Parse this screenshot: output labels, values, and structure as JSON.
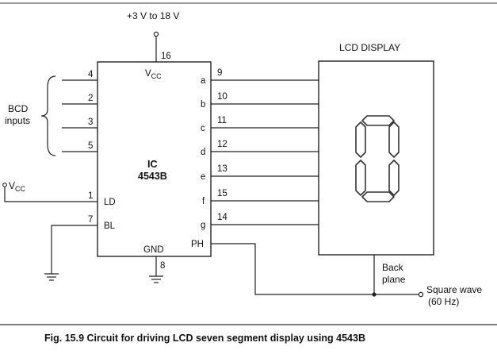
{
  "supply": {
    "label": "+3 V  to 18 V",
    "pin": "16"
  },
  "ic": {
    "name": "IC",
    "part": "4543B",
    "vcc_label": "V",
    "vcc_sub": "CC",
    "gnd_label": "GND",
    "gnd_pin": "8",
    "left_pins": [
      {
        "num": "4",
        "name": ""
      },
      {
        "num": "2",
        "name": ""
      },
      {
        "num": "3",
        "name": ""
      },
      {
        "num": "5",
        "name": ""
      },
      {
        "num": "1",
        "name": "LD"
      },
      {
        "num": "7",
        "name": "BL"
      }
    ],
    "right_pins": [
      {
        "num": "9",
        "name": "a"
      },
      {
        "num": "10",
        "name": "b"
      },
      {
        "num": "11",
        "name": "c"
      },
      {
        "num": "12",
        "name": "d"
      },
      {
        "num": "13",
        "name": "e"
      },
      {
        "num": "15",
        "name": "f"
      },
      {
        "num": "14",
        "name": "g"
      }
    ],
    "ph_label": "PH"
  },
  "bcd": {
    "line1": "BCD",
    "line2": "inputs"
  },
  "vcc_input": {
    "label": "V",
    "sub": "CC"
  },
  "lcd": {
    "title": "LCD DISPLAY",
    "digit": "0"
  },
  "backplane": {
    "line1": "Back",
    "line2": "plane"
  },
  "square_wave": {
    "line1": "Square wave",
    "line2": "(60 Hz)"
  },
  "caption": "Fig. 15.9 Circuit for driving LCD seven segment display using 4543B"
}
